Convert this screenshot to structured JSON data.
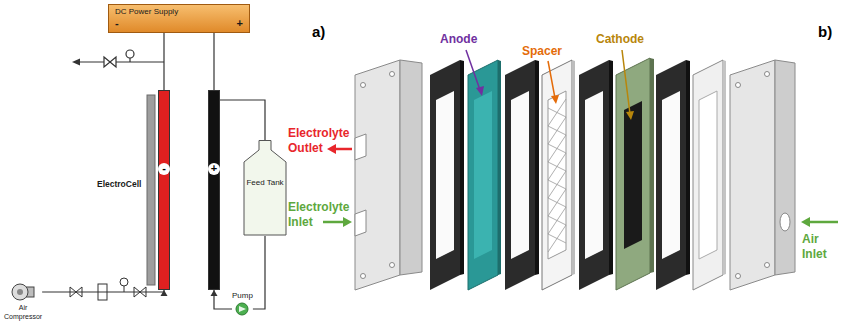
{
  "diagram": {
    "nodes": [
      {
        "text": [
          "DC Power Supply",
          "-",
          "+"
        ]
      },
      {
        "text": [
          "-"
        ]
      },
      {
        "text": [
          "+"
        ]
      },
      {
        "text": [
          "Feed Tank"
        ]
      },
      {
        "text": [
          "Pump"
        ]
      },
      {
        "text": [
          "Air Compressor"
        ]
      }
    ],
    "edges": [
      {
        "from": 0,
        "to": 1,
        "arrow": "none"
      },
      {
        "from": 0,
        "to": 2,
        "arrow": "none"
      },
      {
        "from": 3,
        "to": 4,
        "arrow": "none"
      },
      {
        "from": 4,
        "to": 2,
        "arrow": "to"
      },
      {
        "from": 2,
        "to": 3,
        "arrow": "none"
      },
      {
        "from": 5,
        "to": 1,
        "arrow": "to"
      }
    ],
    "labels": [
      "a)",
      "b)",
      "ElectroCell",
      "Anode",
      "Spacer",
      "Cathode",
      "Electrolyte Outlet",
      "Electrolyte Inlet",
      "Air Inlet"
    ]
  }
}
